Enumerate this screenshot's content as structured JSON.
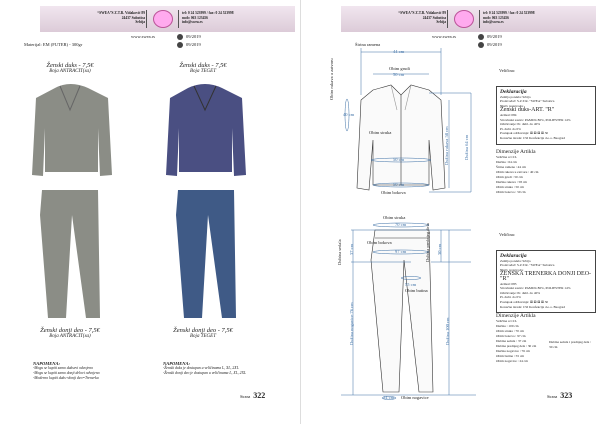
{
  "header": {
    "company_lines": [
      "“SWEA”S Z.T.R. Vidaković 89",
      "24437 Subotica",
      "Srbija"
    ],
    "contact_lines": [
      "tel: 0 24 523999 / fax: 0 24 523998",
      "mob: 063 123456",
      "info@swea.rs"
    ],
    "website": "www.swea.rs",
    "codes": [
      "09/2019",
      "09/2019"
    ]
  },
  "left": {
    "material": "Materijal: EM (FUTER) - 300gr",
    "products": [
      {
        "title": "Ženski duks - 7,5€",
        "color": "Boja ANTRACIT(sa)"
      },
      {
        "title": "Ženski duks - 7,5€",
        "color": "Boja TEGET"
      },
      {
        "title": "Ženski donji deo - 7,5€",
        "color": "Boja ANTRACIT(sa)"
      },
      {
        "title": "Ženski donji deo - 7,5€",
        "color": "Boja TEGET"
      }
    ],
    "note1": {
      "title": "NAPOMENA:",
      "lines": [
        "-Mogu se kupiti samo duksevi odvojeno",
        "-Mogu se kupiti samo donji delovi odvojeno",
        "-Moderno kupiti duks+donji deo=Trenerka"
      ]
    },
    "note2": {
      "title": "NAPOMENA:",
      "lines": [
        "-Ženski duks je dostupan u veličinama L, XL, 2XL",
        "-Ženski donji deo je dostupan u veličinama L, XL, 2XL"
      ]
    },
    "page_label": "Strana",
    "page_number": "322"
  },
  "right": {
    "page_label": "Strana",
    "page_number": "323",
    "hoodie_labels": {
      "shoulder": "Širina ramena",
      "shoulder_val": "44 cm",
      "chest": "Obim grudi",
      "chest_val": "50 cm",
      "sleeve_circ": "Obim rukava u zatvoru",
      "sleeve_val": "40 cm",
      "waist": "Obim struka",
      "waist_val": "50 cm",
      "hem": "Obim bokova",
      "hem_val": "50 cm",
      "sleeve_len": "Dužina rukava 58 cm",
      "length": "Dužina 64 cm"
    },
    "pants_labels": {
      "waist": "Obim struka",
      "waist_val": "70 cm",
      "hip": "Obim bokova",
      "hip_val": "97 cm",
      "rise": "Dubina prednjeg dela",
      "rise_val": "37 cm",
      "seat": "Dubina sedala",
      "seat_val": "30 cm",
      "thigh": "Obim butina",
      "thigh_val": "55 cm",
      "inseam": "Dužina nogavice 76 cm",
      "length": "Dužina 100 cm",
      "cuff": "Obim nogavice",
      "cuff_val": "24 cm"
    },
    "blocks": [
      {
        "size_label": "Veličina:",
        "decl_title": "Deklaracija",
        "lines": [
          "Zemlja porekla: Srbija",
          "Proizvođač: S.Z.T.R. \"SWEA\" Subotica",
          "Naziv proizvoda:"
        ],
        "product": "Ženski duks-ART. \"R\"",
        "article": "Artikal: 084",
        "composition": "Sirovinski sastav: PAMUK 86%, POLIESTER 14%",
        "care": "Održavanje: Pr. dubl. do 40%",
        "care2": "Pr. dubl. do 0%",
        "care_symbols": "Postupak održavanja:  ⊠ ⊠ ⊠ ⊠ 30",
        "final": "Konačna izrada: CSI Konfekcija d.o.o. Beograd",
        "dim_title": "Dimenzije Artikla",
        "dim_sub": "Veličina u CCL",
        "dims": [
          "Dužina : 64 cm",
          "Širina ramena : 44 cm",
          "Obim rukava u zatvoru : 40 cm",
          "Obim grudi : 50 cm",
          "Dužina rukava : 58 cm",
          "Obim struka : 50 cm",
          "Obim bokova : 50 cm"
        ]
      },
      {
        "size_label": "Veličina:",
        "decl_title": "Deklaracija",
        "lines": [
          "Zemlja porekla: Srbija",
          "Proizvođač: S.Z.T.R. \"SWEA\" Subotica",
          "Naziv proizvoda:"
        ],
        "product": "ŽENSKA TRENERKA DONJI DEO-\"R\"",
        "article": "Artikal: 083",
        "composition": "Sirovinski sastav: PAMUK 86%, POLIESTER 14%",
        "care": "Održavanje: Pr. dubl. do 40%",
        "care2": "Pr. dubl. do 0%",
        "care_symbols": "Postupak održavanja:  ⊠ ⊠ ⊠ ⊠ 30",
        "final": "Konačna izrada: CSI Konfekcija d.o.o. Beograd",
        "dim_title": "Dimenzije Artikla",
        "dim_sub": "Veličina u CCL",
        "dims": [
          "Dužina : 100 cm",
          "Obim struka : 70 cm",
          "Obim bokova : 97 cm",
          "Dubina sedala : 37 cm",
          "Dubina prednjeg dela : 30 cm",
          "Dužina nogavice : 76 cm",
          "Obim butina : 55 cm",
          "Obim nogavice : 24 cm"
        ],
        "brace_note": "Dubina sedala i prednjeg dela : 30 cm"
      }
    ]
  }
}
